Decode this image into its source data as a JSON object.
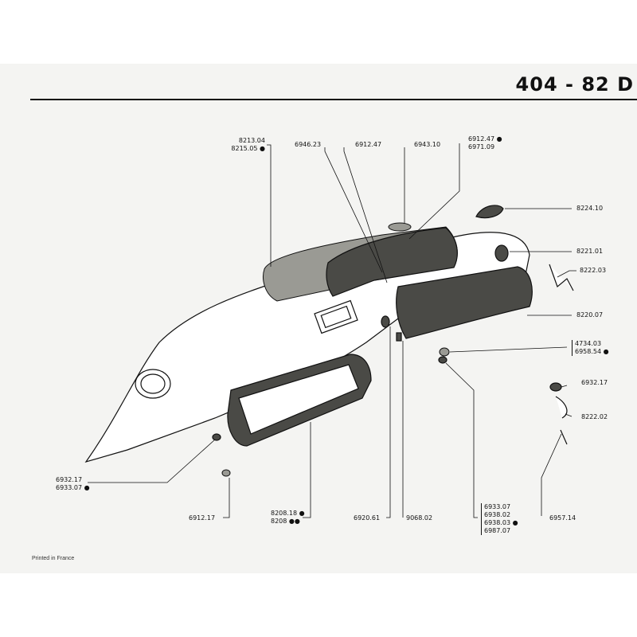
{
  "header": {
    "title": "404 - 82 D"
  },
  "footer": {
    "text": "Printed in France"
  },
  "callouts": {
    "c8213": [
      "8213.04",
      "8215.05 ●"
    ],
    "c6946": [
      "6946.23"
    ],
    "c6912a": [
      "6912.47"
    ],
    "c6943": [
      "6943.10"
    ],
    "c6912b": [
      "6912.47 ●",
      "6971.09"
    ],
    "c8224": [
      "8224.10"
    ],
    "c8221": [
      "8221.01"
    ],
    "c8222a": [
      "8222.03"
    ],
    "c8220": [
      "8220.07"
    ],
    "c4734": [
      "4734.03",
      "6958.54 ●"
    ],
    "c6932a": [
      "6932.17"
    ],
    "c8222b": [
      "8222.02"
    ],
    "c6932b": [
      "6932.17",
      "6933.07 ●"
    ],
    "c6912c": [
      "6912.17"
    ],
    "c8208": [
      "8208.18 ●",
      "8208 ●●"
    ],
    "c6920": [
      "6920.61"
    ],
    "c9068": [
      "9068.02"
    ],
    "c6933": [
      "6933.07",
      "6938.02",
      "6938.03 ●",
      "6987.07"
    ],
    "c6957": [
      "6957.14"
    ]
  }
}
